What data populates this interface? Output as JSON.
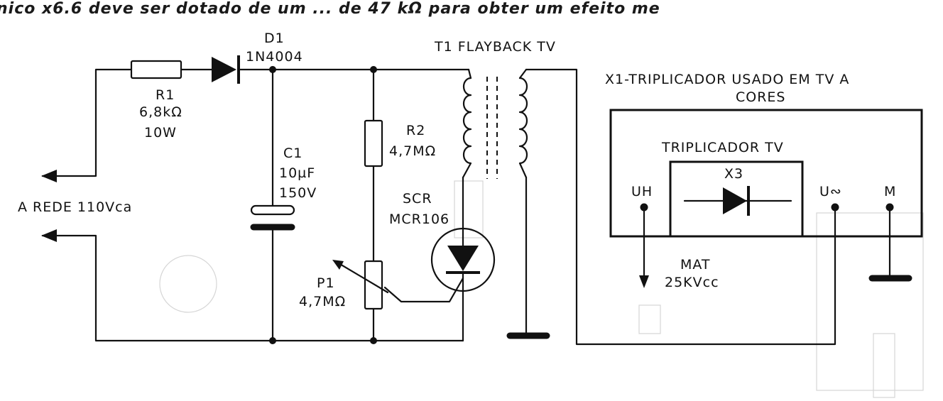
{
  "caption": "nico x6.6 deve ser dotado de um ... de 47 kΩ para obter um efeito me",
  "labels": {
    "d1_ref": "D1",
    "d1_part": "1N4004",
    "r1_ref": "R1",
    "r1_value": "6,8kΩ",
    "r1_power": "10W",
    "c1_ref": "C1",
    "c1_value": "10µF",
    "c1_voltage": "150V",
    "r2_ref": "R2",
    "r2_value": "4,7MΩ",
    "p1_ref": "P1",
    "p1_value": "4,7MΩ",
    "scr_ref": "SCR",
    "scr_part": "MCR106",
    "t1": "T1 FLAYBACK TV",
    "mains": "A REDE 110Vca",
    "x1_line1": "X1-TRIPLICADOR USADO EM TV A",
    "x1_line2": "CORES",
    "trip_title": "TRIPLICADOR TV",
    "x3": "X3",
    "uh": "UH",
    "uac": "U∾",
    "m": "M",
    "mat": "MAT",
    "mat_voltage": "25KVcc"
  },
  "colors": {
    "ink": "#111111",
    "paper": "#ffffff"
  }
}
